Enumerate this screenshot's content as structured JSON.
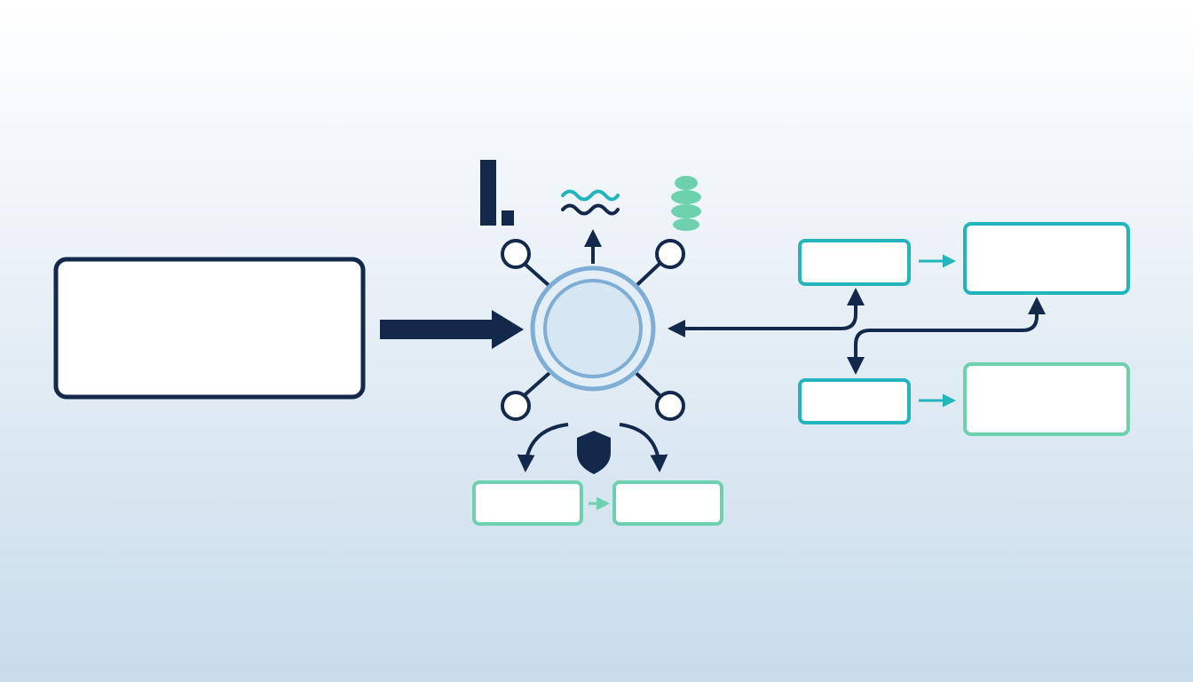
{
  "diagram": {
    "colors": {
      "navy": "#13294b",
      "hub_fill": "#d6e6f3",
      "hub_ring": "#7eaed6",
      "teal": "#22b5be",
      "mint": "#6dd1ae",
      "box_fill": "#ffffff"
    },
    "icons": [
      "bar-chart-icon",
      "wave-icon",
      "database-stack-icon",
      "shield-icon"
    ],
    "nodes": [
      {
        "id": "source",
        "label": ""
      },
      {
        "id": "hub",
        "label": ""
      },
      {
        "id": "bottom-left",
        "label": ""
      },
      {
        "id": "bottom-right",
        "label": ""
      },
      {
        "id": "right-top-small",
        "label": ""
      },
      {
        "id": "right-top-large",
        "label": ""
      },
      {
        "id": "right-bottom-small",
        "label": ""
      },
      {
        "id": "right-bottom-large",
        "label": ""
      }
    ]
  }
}
